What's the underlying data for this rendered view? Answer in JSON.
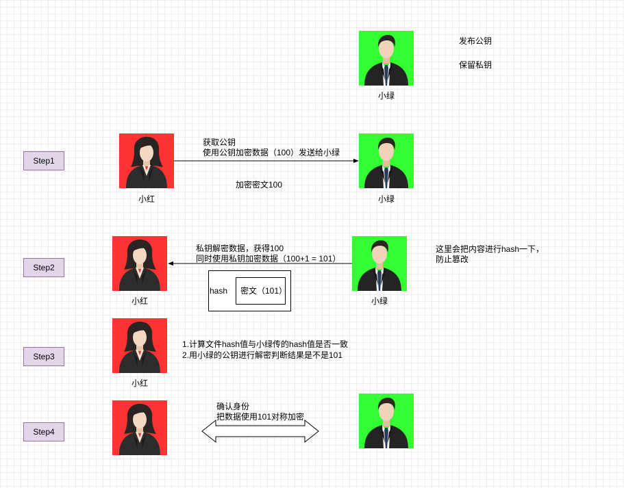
{
  "colors": {
    "female_bg": "#ff3333",
    "male_bg": "#33ff33",
    "step_fill": "#e1d5e7",
    "step_stroke": "#9673a6"
  },
  "icons": {
    "female": "businesswoman-avatar-icon",
    "male": "businessman-avatar-icon"
  },
  "names": {
    "red": "小红",
    "green": "小绿"
  },
  "top": {
    "note_line1": "发布公钥",
    "note_line2": "保留私钥"
  },
  "steps": [
    {
      "label": "Step1",
      "message_line1": "获取公钥",
      "message_line2": "使用公钥加密数据（100）发送给小绿",
      "caption": "加密密文100"
    },
    {
      "label": "Step2",
      "message_line1": "私钥解密数据，获得100",
      "message_line2": "同时使用私钥加密数据（100+1 = 101）",
      "hash_label": "hash",
      "cipher_label": "密文（101）",
      "note_line1": "这里会把内容进行hash一下，",
      "note_line2": "防止篡改"
    },
    {
      "label": "Step3",
      "line1": "1.计算文件hash值与小绿传的hash值是否一致",
      "line2": "2.用小绿的公钥进行解密判断结果是不是101"
    },
    {
      "label": "Step4",
      "line1": "确认身份",
      "line2": "把数据使用101对称加密"
    }
  ]
}
